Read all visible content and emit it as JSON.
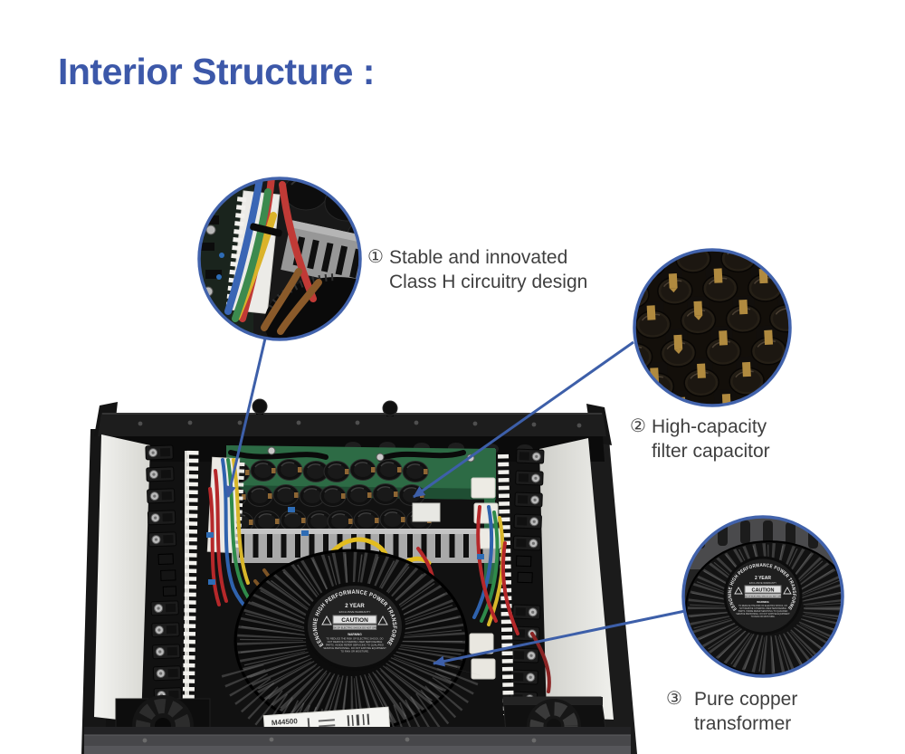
{
  "page": {
    "background_color": "#ffffff",
    "accent_color": "#3d5fa9"
  },
  "title": {
    "text": "Interior Structure :",
    "color": "#3c58a9"
  },
  "callouts": [
    {
      "number": "①",
      "line1": "Stable and innovated",
      "line2": "Class H circuitry design"
    },
    {
      "number": "②",
      "line1": "High-capacity",
      "line2": "filter capacitor"
    },
    {
      "number": "③",
      "line1": "Pure copper",
      "line2": "transformer"
    }
  ],
  "photo": {
    "transformer_label": {
      "curved_text": "EENGNINE HIGH PERFORMANCE POWER TRANSFORMER",
      "warranty_year": "2 YEAR",
      "warranty_sub": "EXCLUSIVE WARRANTY",
      "caution_title": "CAUTION",
      "caution_sub": "RISK OF ELECTRIC SHOCK DO NOT OPEN",
      "warning_title": "WARNING",
      "warning_lines": [
        "TO REDUCE THE RISK OF ELECTRIC SHOCK, DO",
        "NOT REMOVE COVERING USER SERVICEABLE",
        "PARTS. INSIDE REFER SERVICING TO QUALIFIED",
        "SERVICE PERSONNEL. DO NOT EXPOSE EQUIPMENT",
        "TO  RAIN OR  MOISTURE."
      ],
      "model_sticker": "M44500"
    }
  }
}
